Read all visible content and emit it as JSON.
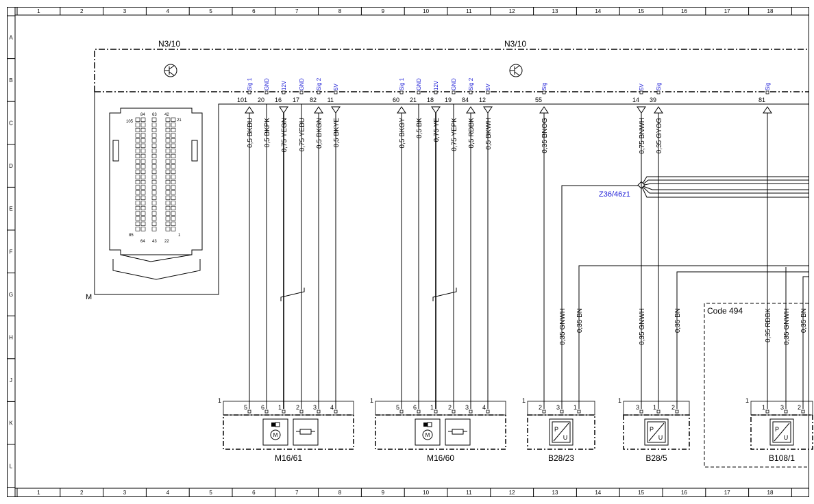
{
  "grid": {
    "columns": [
      "1",
      "2",
      "3",
      "4",
      "5",
      "6",
      "7",
      "8",
      "9",
      "10",
      "11",
      "12",
      "13",
      "14",
      "15",
      "16",
      "17",
      "18"
    ],
    "rows": [
      "A",
      "B",
      "C",
      "D",
      "E",
      "F",
      "G",
      "H",
      "J",
      "K",
      "L"
    ]
  },
  "control_unit": {
    "name_left": "N3/10",
    "name_right": "N3/10",
    "ground_label": "M",
    "connector_numbers": [
      "84",
      "63",
      "42",
      "105",
      "21",
      "85",
      "64",
      "43",
      "22",
      "1"
    ]
  },
  "pins": [
    {
      "num": "101",
      "sig": "Sig 1",
      "dir": "up",
      "wire": "0,5 BKBU"
    },
    {
      "num": "20",
      "sig": "GND",
      "dir": "none",
      "wire": "0,5 BKPK"
    },
    {
      "num": "16",
      "sig": "12V",
      "dir": "down",
      "wire": "0,75 YEGN"
    },
    {
      "num": "17",
      "sig": "GND",
      "dir": "none",
      "wire": "0,75 YEBU"
    },
    {
      "num": "82",
      "sig": "Sig 2",
      "dir": "up",
      "wire": "0,5 BKGN"
    },
    {
      "num": "11",
      "sig": "5V",
      "dir": "down",
      "wire": "0,5 BKYE"
    },
    {
      "num": "60",
      "sig": "Sig 1",
      "dir": "up",
      "wire": "0,5 BKGY"
    },
    {
      "num": "21",
      "sig": "GND",
      "dir": "none",
      "wire": "0,5 BK"
    },
    {
      "num": "18",
      "sig": "12V",
      "dir": "down",
      "wire": "0,75 YE"
    },
    {
      "num": "19",
      "sig": "GND",
      "dir": "none",
      "wire": "0,75 YEPK"
    },
    {
      "num": "84",
      "sig": "Sig 2",
      "dir": "up",
      "wire": "0,5 RDBK"
    },
    {
      "num": "12",
      "sig": "5V",
      "dir": "down",
      "wire": "0,5 BKWH"
    },
    {
      "num": "55",
      "sig": "Sig",
      "dir": "up",
      "wire": "0,35 BNOG"
    },
    {
      "num": "14",
      "sig": "5V",
      "dir": "down",
      "wire": "0,75 BNWH"
    },
    {
      "num": "39",
      "sig": "Sig",
      "dir": "up",
      "wire": "0,35 GYOG"
    },
    {
      "num": "81",
      "sig": "Sig",
      "dir": "up",
      "wire": ""
    }
  ],
  "splice": "Z36/46z1",
  "code_box": "Code 494",
  "lower_wires": [
    "0,35 GNWH",
    "0,35 BN",
    "0,35 GNWH",
    "0,35 BN",
    "0,35 RDBK",
    "0,35 GNWH",
    "0,35 BN"
  ],
  "components": [
    {
      "name": "M16/61",
      "ref": "1",
      "pins": [
        "5",
        "6",
        "1",
        "2",
        "3",
        "4"
      ]
    },
    {
      "name": "M16/60",
      "ref": "1",
      "pins": [
        "5",
        "6",
        "1",
        "2",
        "3",
        "4"
      ]
    },
    {
      "name": "B28/23",
      "ref": "1",
      "pins": [
        "2",
        "3",
        "1"
      ]
    },
    {
      "name": "B28/5",
      "ref": "1",
      "pins": [
        "3",
        "1",
        "2"
      ]
    },
    {
      "name": "B108/1",
      "ref": "1",
      "pins": [
        "1",
        "3",
        "2"
      ]
    }
  ],
  "sensor_symbol_text": [
    "P",
    "U"
  ],
  "motor_symbol_text": "M"
}
